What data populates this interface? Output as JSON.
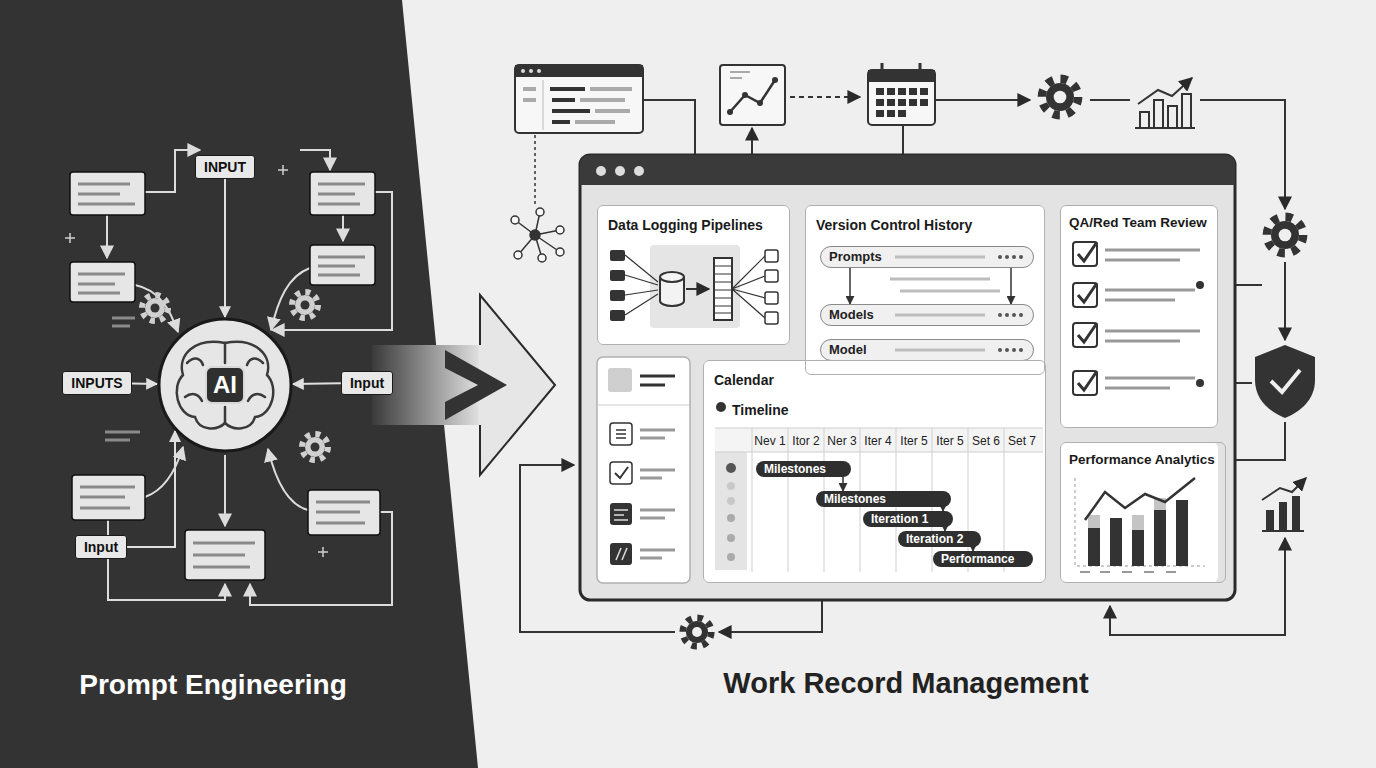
{
  "diagram": {
    "nodes": [
      {
        "text": [
          "INPUT"
        ]
      },
      {
        "text": [
          "INPUTS"
        ]
      },
      {
        "text": [
          "Input"
        ]
      },
      {
        "text": [
          "Input"
        ]
      },
      {
        "text": [
          "AI"
        ]
      },
      {
        "text": [
          "Data Logging Pipelines"
        ]
      },
      {
        "text": [
          "Version Control History"
        ]
      },
      {
        "text": [
          "Prompts"
        ],
        "in": 6
      },
      {
        "text": [
          "Models"
        ],
        "in": 6
      },
      {
        "text": [
          "Model"
        ],
        "in": 6
      },
      {
        "text": [
          "QA/Red Team Review"
        ]
      },
      {
        "text": [
          "Calendar",
          "Timeline"
        ]
      },
      {
        "text": [
          "Milestones"
        ],
        "in": 11
      },
      {
        "text": [
          "Milestones"
        ],
        "in": 11
      },
      {
        "text": [
          "Iteration 1"
        ],
        "in": 11
      },
      {
        "text": [
          "Iteration 2"
        ],
        "in": 11
      },
      {
        "text": [
          "Performance"
        ],
        "in": 11
      },
      {
        "text": [
          "Performance Analytics"
        ]
      }
    ],
    "edges": [
      {
        "from": 0,
        "to": 4,
        "arrow": "to"
      },
      {
        "from": 1,
        "to": 4,
        "arrow": "to"
      },
      {
        "from": 2,
        "to": 4,
        "arrow": "to"
      },
      {
        "from": 3,
        "to": 4,
        "arrow": "to"
      },
      {
        "from": 7,
        "to": 8,
        "arrow": "to"
      },
      {
        "from": 7,
        "to": 8,
        "arrow": "to"
      },
      {
        "from": 12,
        "to": 13,
        "arrow": "to"
      },
      {
        "from": 13,
        "to": 14,
        "arrow": "to"
      },
      {
        "from": 14,
        "to": 15,
        "arrow": "to"
      },
      {
        "from": 15,
        "to": 16,
        "arrow": "to"
      }
    ],
    "labels": [
      "Nev 1",
      "Itor 2",
      "Ner 3",
      "Iter 4",
      "Iter 5",
      "Iter 5",
      "Set 6",
      "Set 7",
      "Prompt Engineering",
      "Work Record Management"
    ]
  }
}
